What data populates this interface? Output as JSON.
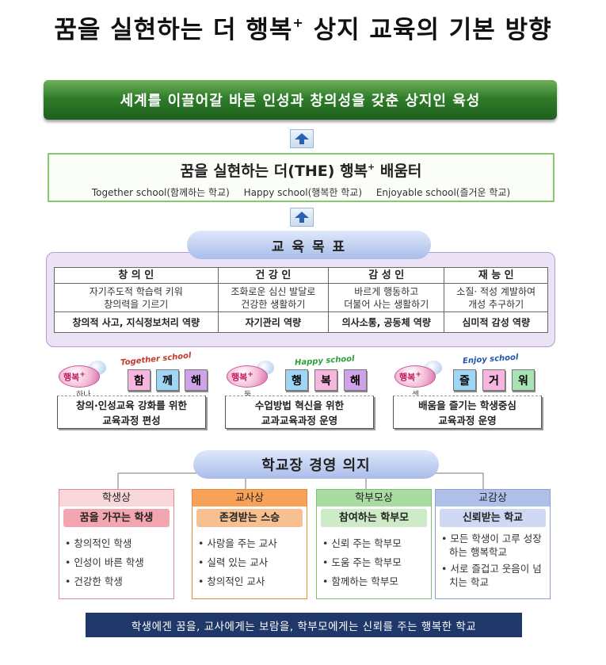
{
  "title": {
    "main": "꿈을 실현하는 더 행복",
    "sup": "+",
    "rest": " 상지 교육의 기본 방향"
  },
  "vision": "세계를 이끌어갈 바른 인성과 창의성을 갖춘 상지인 육성",
  "mentor": {
    "title": "꿈을 실현하는 더(THE) 행복",
    "sup": "+",
    "title_rest": " 배움터",
    "schools": [
      "Together school(함께하는 학교)",
      "Happy school(행복한 학교)",
      "Enjoyable school(즐거운 학교)"
    ]
  },
  "goals": {
    "label": "교 육 목 표",
    "columns": [
      {
        "head": "창 의 인",
        "desc1": "자기주도적 학습력 키워",
        "desc2": "창의력을 기르기",
        "competency": "창의적 사고, 지식정보처리 역량"
      },
      {
        "head": "건 강 인",
        "desc1": "조화로운 심신 발달로",
        "desc2": "건강한 생활하기",
        "competency": "자기관리 역량"
      },
      {
        "head": "감 성 인",
        "desc1": "바르게 행동하고",
        "desc2": "더불어 사는 생활하기",
        "competency": "의사소통, 공동체 역량"
      },
      {
        "head": "재 능 인",
        "desc1": "소질· 적성 계발하여",
        "desc2": "개성 추구하기",
        "competency": "심미적 감성 역량"
      }
    ]
  },
  "pillars": [
    {
      "badge": "행복",
      "badge_sup": "+",
      "num": "하나",
      "school": "Together school",
      "school_color": "#c0392b",
      "tiles": [
        "함",
        "께",
        "해"
      ],
      "tile_colors": [
        "#f7b6dd",
        "#9fd6f5",
        "#cfa3e8"
      ],
      "caption1": "창의·인성교육 강화를 위한",
      "caption2": "교육과정 편성"
    },
    {
      "badge": "행복",
      "badge_sup": "+",
      "num": "둘",
      "school": "Happy school",
      "school_color": "#2e9e3a",
      "tiles": [
        "행",
        "복",
        "해"
      ],
      "tile_colors": [
        "#9fd6f5",
        "#f7b6dd",
        "#cfa3e8"
      ],
      "caption1": "수업방법 혁신을 위한",
      "caption2": "교과교육과정 운영"
    },
    {
      "badge": "행복",
      "badge_sup": "+",
      "num": "셋",
      "school": "Enjoy school",
      "school_color": "#2255aa",
      "tiles": [
        "즐",
        "거",
        "워"
      ],
      "tile_colors": [
        "#9fd6f5",
        "#f7b6dd",
        "#a8e3b4"
      ],
      "caption1": "배움을 즐기는 학생중심",
      "caption2": "교육과정 운영"
    }
  ],
  "management": {
    "label": "학교장  경영 의지",
    "cards": [
      {
        "title": "학생상",
        "motto": "꿈을 가꾸는 학생",
        "head_color": "#f8d7db",
        "motto_color": "#f3a6b0",
        "border": "#e48a96",
        "items": [
          "창의적인 학생",
          "인성이 바른 학생",
          "건강한 학생"
        ]
      },
      {
        "title": "교사상",
        "motto": "존경받는 스승",
        "head_color": "#f7a257",
        "motto_color": "#f6c091",
        "border": "#e8883a",
        "items": [
          "사랑을 주는 교사",
          "실력 있는 교사",
          "창의적인 교사"
        ]
      },
      {
        "title": "학부모상",
        "motto": "참여하는 학부모",
        "head_color": "#a9dca0",
        "motto_color": "#cdebc7",
        "border": "#7fbf74",
        "items": [
          "신뢰 주는 학부모",
          "도움 주는 학부모",
          "함께하는 학부모"
        ]
      },
      {
        "title": "교감상",
        "motto": "신뢰받는 학교",
        "head_color": "#aebfea",
        "motto_color": "#cfd9f3",
        "border": "#8aa0d6",
        "items": [
          "모든 학생이 고루 성장하는 행복학교",
          "서로 즐겁고 웃음이 넘치는 학교"
        ]
      }
    ]
  },
  "footer": "학생에겐 꿈을, 교사에게는 보람을, 학부모에게는 신뢰를 주는 행복한 학교"
}
